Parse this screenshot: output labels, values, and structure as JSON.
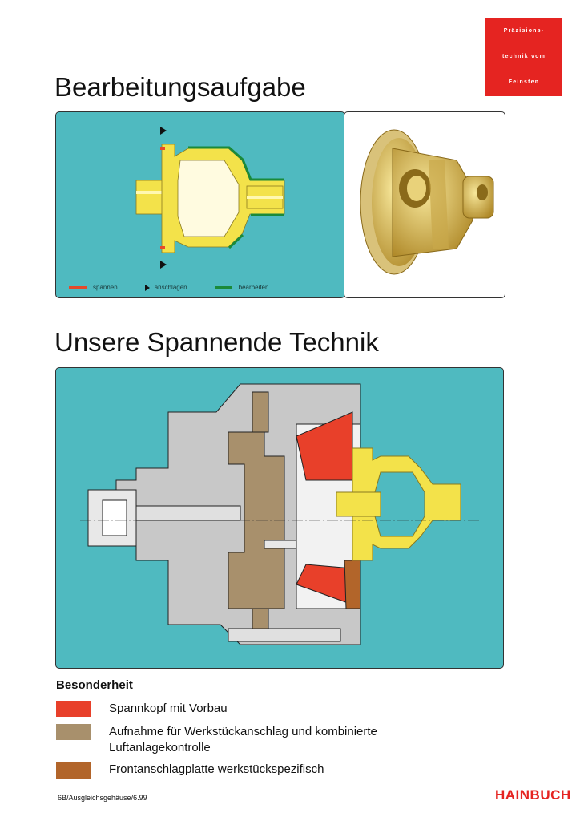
{
  "brand_box": {
    "line1": "Präzisions-",
    "line2": "technik vom",
    "line3": "Feinsten"
  },
  "heading1": "Bearbeitungsaufgabe",
  "task_legend": {
    "clamp": "spannen",
    "stop": "anschlagen",
    "machine": "bearbeiten"
  },
  "heading2": "Unsere Spannende Technik",
  "special": {
    "title": "Besonderheit",
    "items": [
      {
        "color": "#e8402a",
        "label": "Spannkopf mit Vorbau"
      },
      {
        "color": "#a8906c",
        "label": "Aufnahme für Werkstückanschlag und kombinierte",
        "label2": "Luftanlagekontrolle"
      },
      {
        "color": "#b2652a",
        "label": "Frontanschlagplatte werkstückspezifisch"
      }
    ]
  },
  "footer": "6B/Ausgleichsgehäuse/6.99",
  "logo": "HAINBUCH",
  "colors": {
    "teal": "#4fbac0",
    "brass": "#f3e24a",
    "red": "#e52421",
    "green": "#1a8a3a"
  }
}
